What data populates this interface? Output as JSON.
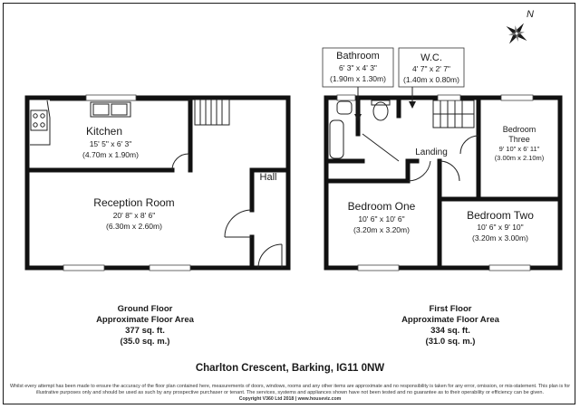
{
  "ground_floor": {
    "rooms": {
      "kitchen": {
        "name": "Kitchen",
        "imperial": "15' 5\" x 6' 3\"",
        "metric": "(4.70m x 1.90m)"
      },
      "reception": {
        "name": "Reception Room",
        "imperial": "20' 8\" x 8' 6\"",
        "metric": "(6.30m x 2.60m)"
      },
      "hall": {
        "name": "Hall"
      }
    },
    "summary": {
      "line1": "Ground Floor",
      "line2": "Approximate Floor Area",
      "line3": "377 sq. ft.",
      "line4": "(35.0 sq. m.)"
    }
  },
  "first_floor": {
    "rooms": {
      "bathroom": {
        "name": "Bathroom",
        "imperial": "6' 3\" x 4' 3\"",
        "metric": "(1.90m x 1.30m)"
      },
      "wc": {
        "name": "W.C.",
        "imperial": "4' 7\" x 2' 7\"",
        "metric": "(1.40m x 0.80m)"
      },
      "landing": {
        "name": "Landing"
      },
      "bedroom_one": {
        "name": "Bedroom One",
        "imperial": "10' 6\" x 10' 6\"",
        "metric": "(3.20m x 3.20m)"
      },
      "bedroom_two": {
        "name": "Bedroom Two",
        "imperial": "10' 6\" x 9' 10\"",
        "metric": "(3.20m x 3.00m)"
      },
      "bedroom_three": {
        "name_line1": "Bedroom",
        "name_line2": "Three",
        "imperial": "9' 10\" x 6' 11\"",
        "metric": "(3.00m x 2.10m)"
      }
    },
    "summary": {
      "line1": "First Floor",
      "line2": "Approximate Floor Area",
      "line3": "334 sq. ft.",
      "line4": "(31.0 sq. m.)"
    }
  },
  "compass": {
    "label": "N"
  },
  "address": "Charlton Crescent, Barking, IG11 0NW",
  "disclaimer": {
    "line1": "Whilst every attempt has been made to ensure the accuracy of the floor plan contained here, measurements of doors, windows, rooms and any other items are approximate and no responsibility is taken for any error, omission, or mis-statement. This plan is for",
    "line2": "illustrative purposes only and should be used as such by any prospective purchaser or tenant. The services, systems and appliances shown have not been tested and no guarantee as to their operability or efficiency can be given.",
    "line3": "Copyright V360 Ltd 2018 | www.houseviz.com"
  }
}
